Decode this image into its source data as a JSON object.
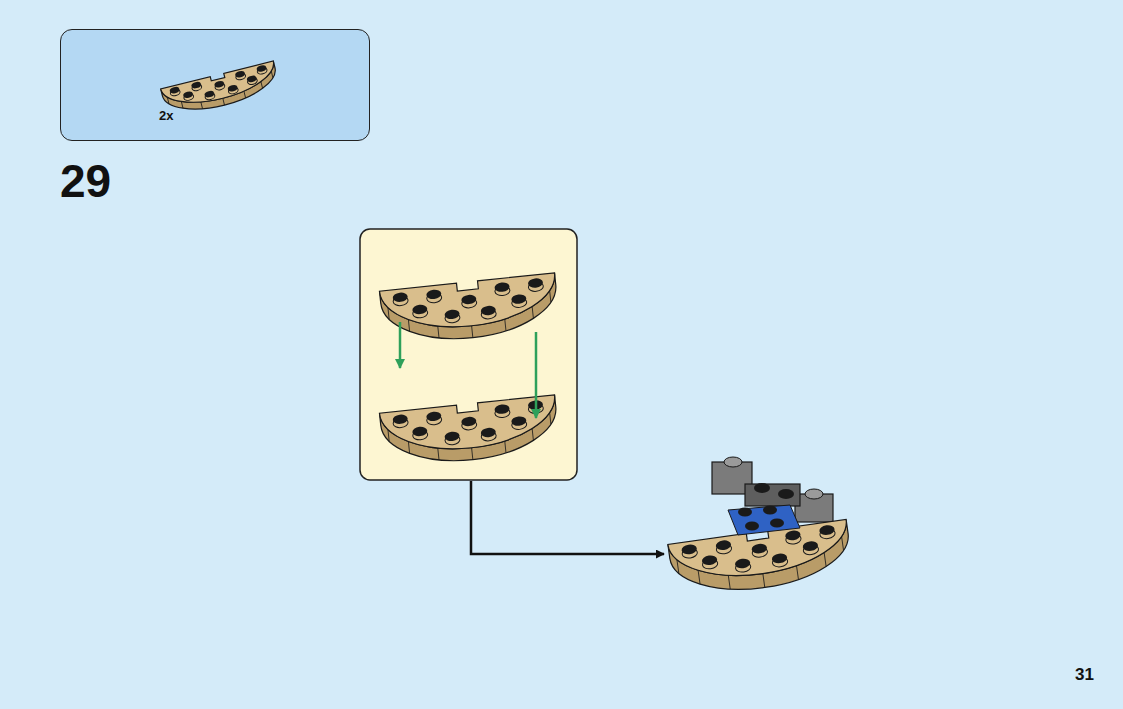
{
  "diagram": {
    "nodes": [
      {
        "text": [
          "2x"
        ]
      }
    ],
    "labels": [
      "29",
      "31"
    ]
  }
}
